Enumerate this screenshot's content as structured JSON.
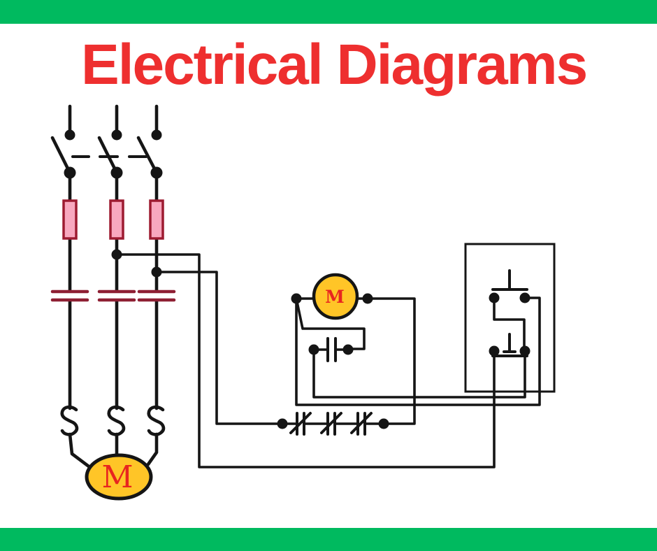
{
  "header": {
    "title": "Electrical Diagrams"
  },
  "colors": {
    "green": "#00ba5f",
    "titleRed": "#ee2f2f",
    "wire": "#151515",
    "fuseFill": "#f8a8bf",
    "fuseBorder": "#9d1b31",
    "contactRed": "#8e1f33",
    "deviceYellow": "#ffc527",
    "mRed": "#e8251f"
  },
  "diagram": {
    "motor_label": "M",
    "coil_label": "M",
    "power_circuit_components": [
      "disconnect-switch",
      "fuse",
      "contactor-main-contact",
      "overload-heater",
      "motor"
    ],
    "control_circuit_components": [
      "contactor-coil",
      "holding-contact",
      "overload-trip-contacts",
      "stop-button",
      "start-button",
      "pushbutton-enclosure"
    ]
  }
}
